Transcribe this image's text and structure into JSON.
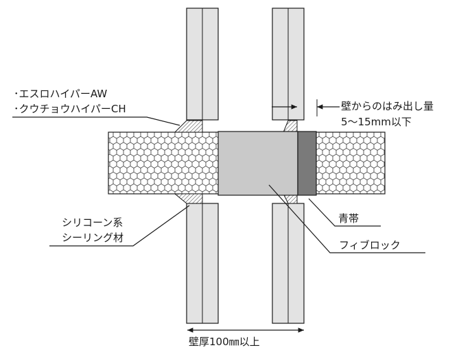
{
  "labels": {
    "sealant_1": "･エスロハイパーAW",
    "sealant_2": "･クウチョウハイパーCH",
    "protrusion_1": "壁からのはみ出し量",
    "protrusion_2": "5～15mm以下",
    "silicone_1": "シリコーン系",
    "silicone_2": "シーリング材",
    "blue_band": "青帯",
    "fireblock": "フィブロック",
    "wall_thickness": "壁厚100㎜以上"
  },
  "colors": {
    "wall_fill": "#e3e3e3",
    "block_fill": "#c9c9c9",
    "band_fill": "#7a7a7a",
    "line": "#1a1a1a",
    "background": "#ffffff"
  }
}
